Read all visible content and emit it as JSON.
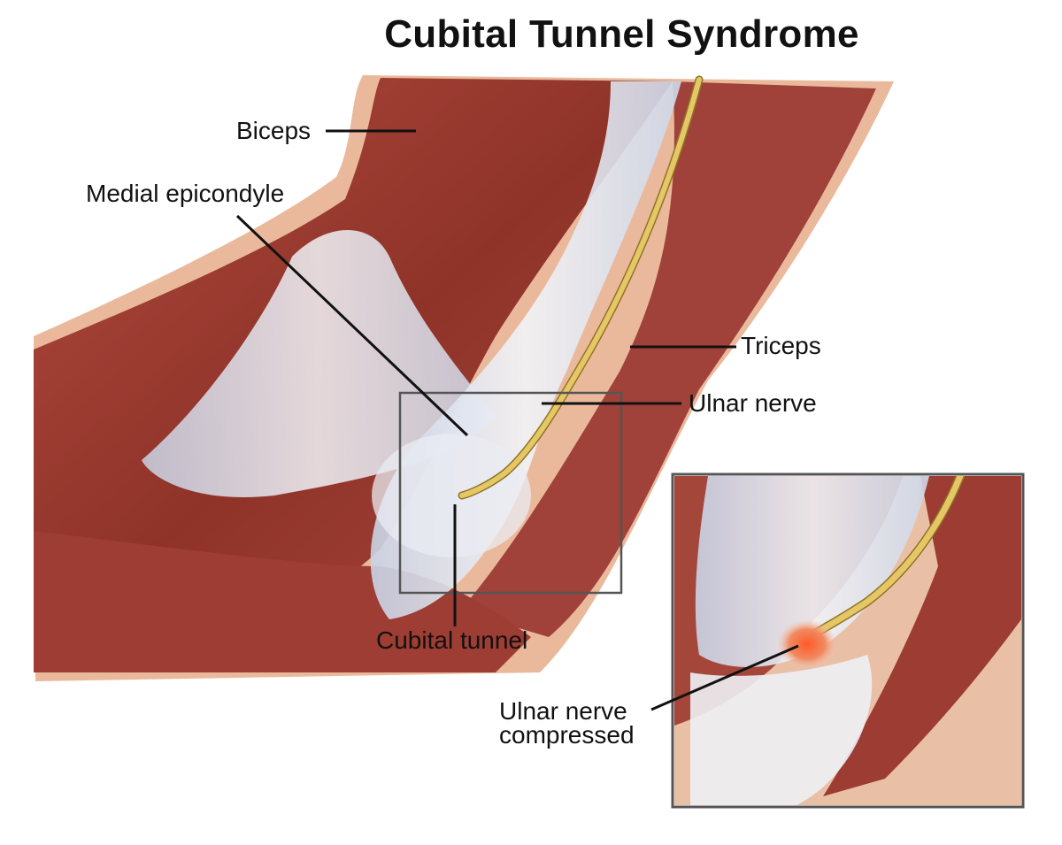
{
  "title": "Cubital Tunnel Syndrome",
  "labels": {
    "biceps": "Biceps",
    "medial_epicondyle": "Medial epicondyle",
    "triceps": "Triceps",
    "ulnar_nerve": "Ulnar nerve",
    "cubital_tunnel": "Cubital tunnel",
    "ulnar_nerve_compressed_line1": "Ulnar nerve",
    "ulnar_nerve_compressed_line2": "compressed"
  },
  "colors": {
    "muscle": "#9a3a30",
    "muscle_light": "#c0574a",
    "skin": "#e8b79a",
    "tendon": "#dfe6f0",
    "nerve": "#e3c25f",
    "compression": "#e8502a",
    "frame": "#555555"
  }
}
